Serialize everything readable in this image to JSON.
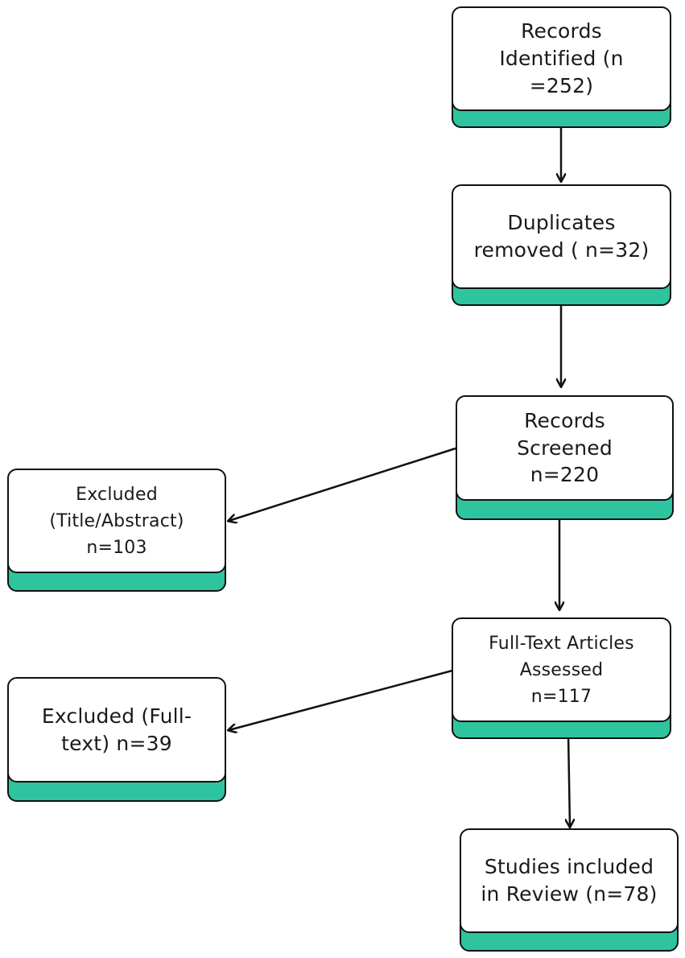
{
  "diagram": {
    "nodes": [
      {
        "id": "records-identified",
        "text": "Records\nIdentified (n\n=252)"
      },
      {
        "id": "duplicates-removed",
        "text": "Duplicates\nremoved ( n=32)"
      },
      {
        "id": "records-screened",
        "text": "Records\nScreened\nn=220"
      },
      {
        "id": "excluded-title-abstract",
        "text": "Excluded\n(Title/Abstract)\nn=103"
      },
      {
        "id": "full-text-assessed",
        "text": "Full-Text Articles\nAssessed\nn=117"
      },
      {
        "id": "excluded-full-text",
        "text": "Excluded (Full-\ntext) n=39"
      },
      {
        "id": "studies-included",
        "text": "Studies included\nin Review (n=78)"
      }
    ],
    "edges": [
      {
        "from": "records-identified",
        "to": "duplicates-removed"
      },
      {
        "from": "duplicates-removed",
        "to": "records-screened"
      },
      {
        "from": "records-screened",
        "to": "excluded-title-abstract"
      },
      {
        "from": "records-screened",
        "to": "full-text-assessed"
      },
      {
        "from": "full-text-assessed",
        "to": "excluded-full-text"
      },
      {
        "from": "full-text-assessed",
        "to": "studies-included"
      }
    ],
    "colors": {
      "box_fill": "#ffffff",
      "box_shadow": "#2ec4a0",
      "border": "#111111",
      "arrow": "#111111"
    }
  }
}
